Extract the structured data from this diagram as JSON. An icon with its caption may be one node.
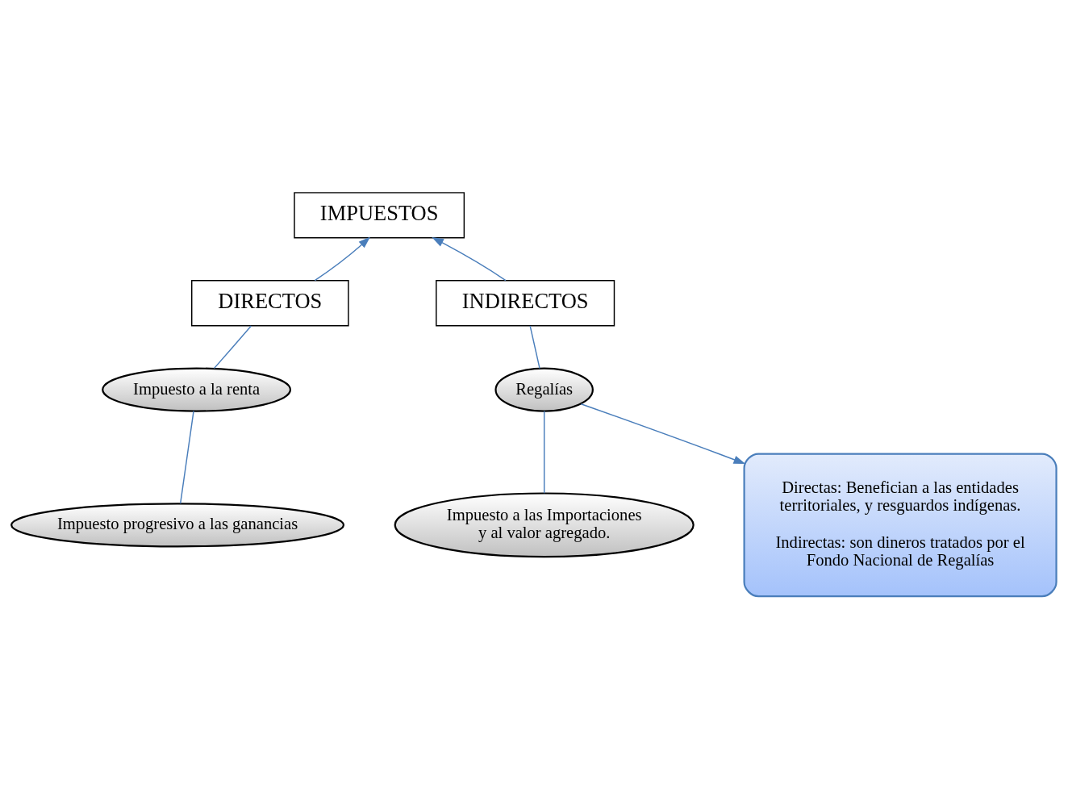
{
  "diagram": {
    "nodes": [
      {
        "text": [
          "IMPUESTOS"
        ]
      },
      {
        "text": [
          "DIRECTOS"
        ]
      },
      {
        "text": [
          "INDIRECTOS"
        ]
      },
      {
        "text": [
          "Impuesto a la renta"
        ]
      },
      {
        "text": [
          "Impuesto progresivo a las ganancias"
        ]
      },
      {
        "text": [
          "Regalías"
        ]
      },
      {
        "text": [
          "Impuesto a las Importaciones y al valor agregado."
        ]
      },
      {
        "text": [
          "Directas: Benefician a las entidades territoriales, y resguardos indígenas.",
          "Indirectas: son dineros tratados por el Fondo Nacional de Regalías"
        ]
      }
    ],
    "edges": [
      {
        "from": 1,
        "to": 0,
        "arrow": "to"
      },
      {
        "from": 2,
        "to": 0,
        "arrow": "to"
      },
      {
        "from": 1,
        "to": 3,
        "arrow": "none"
      },
      {
        "from": 3,
        "to": 4,
        "arrow": "none"
      },
      {
        "from": 2,
        "to": 5,
        "arrow": "none"
      },
      {
        "from": 5,
        "to": 6,
        "arrow": "none"
      },
      {
        "from": 5,
        "to": 7,
        "arrow": "to"
      }
    ]
  }
}
